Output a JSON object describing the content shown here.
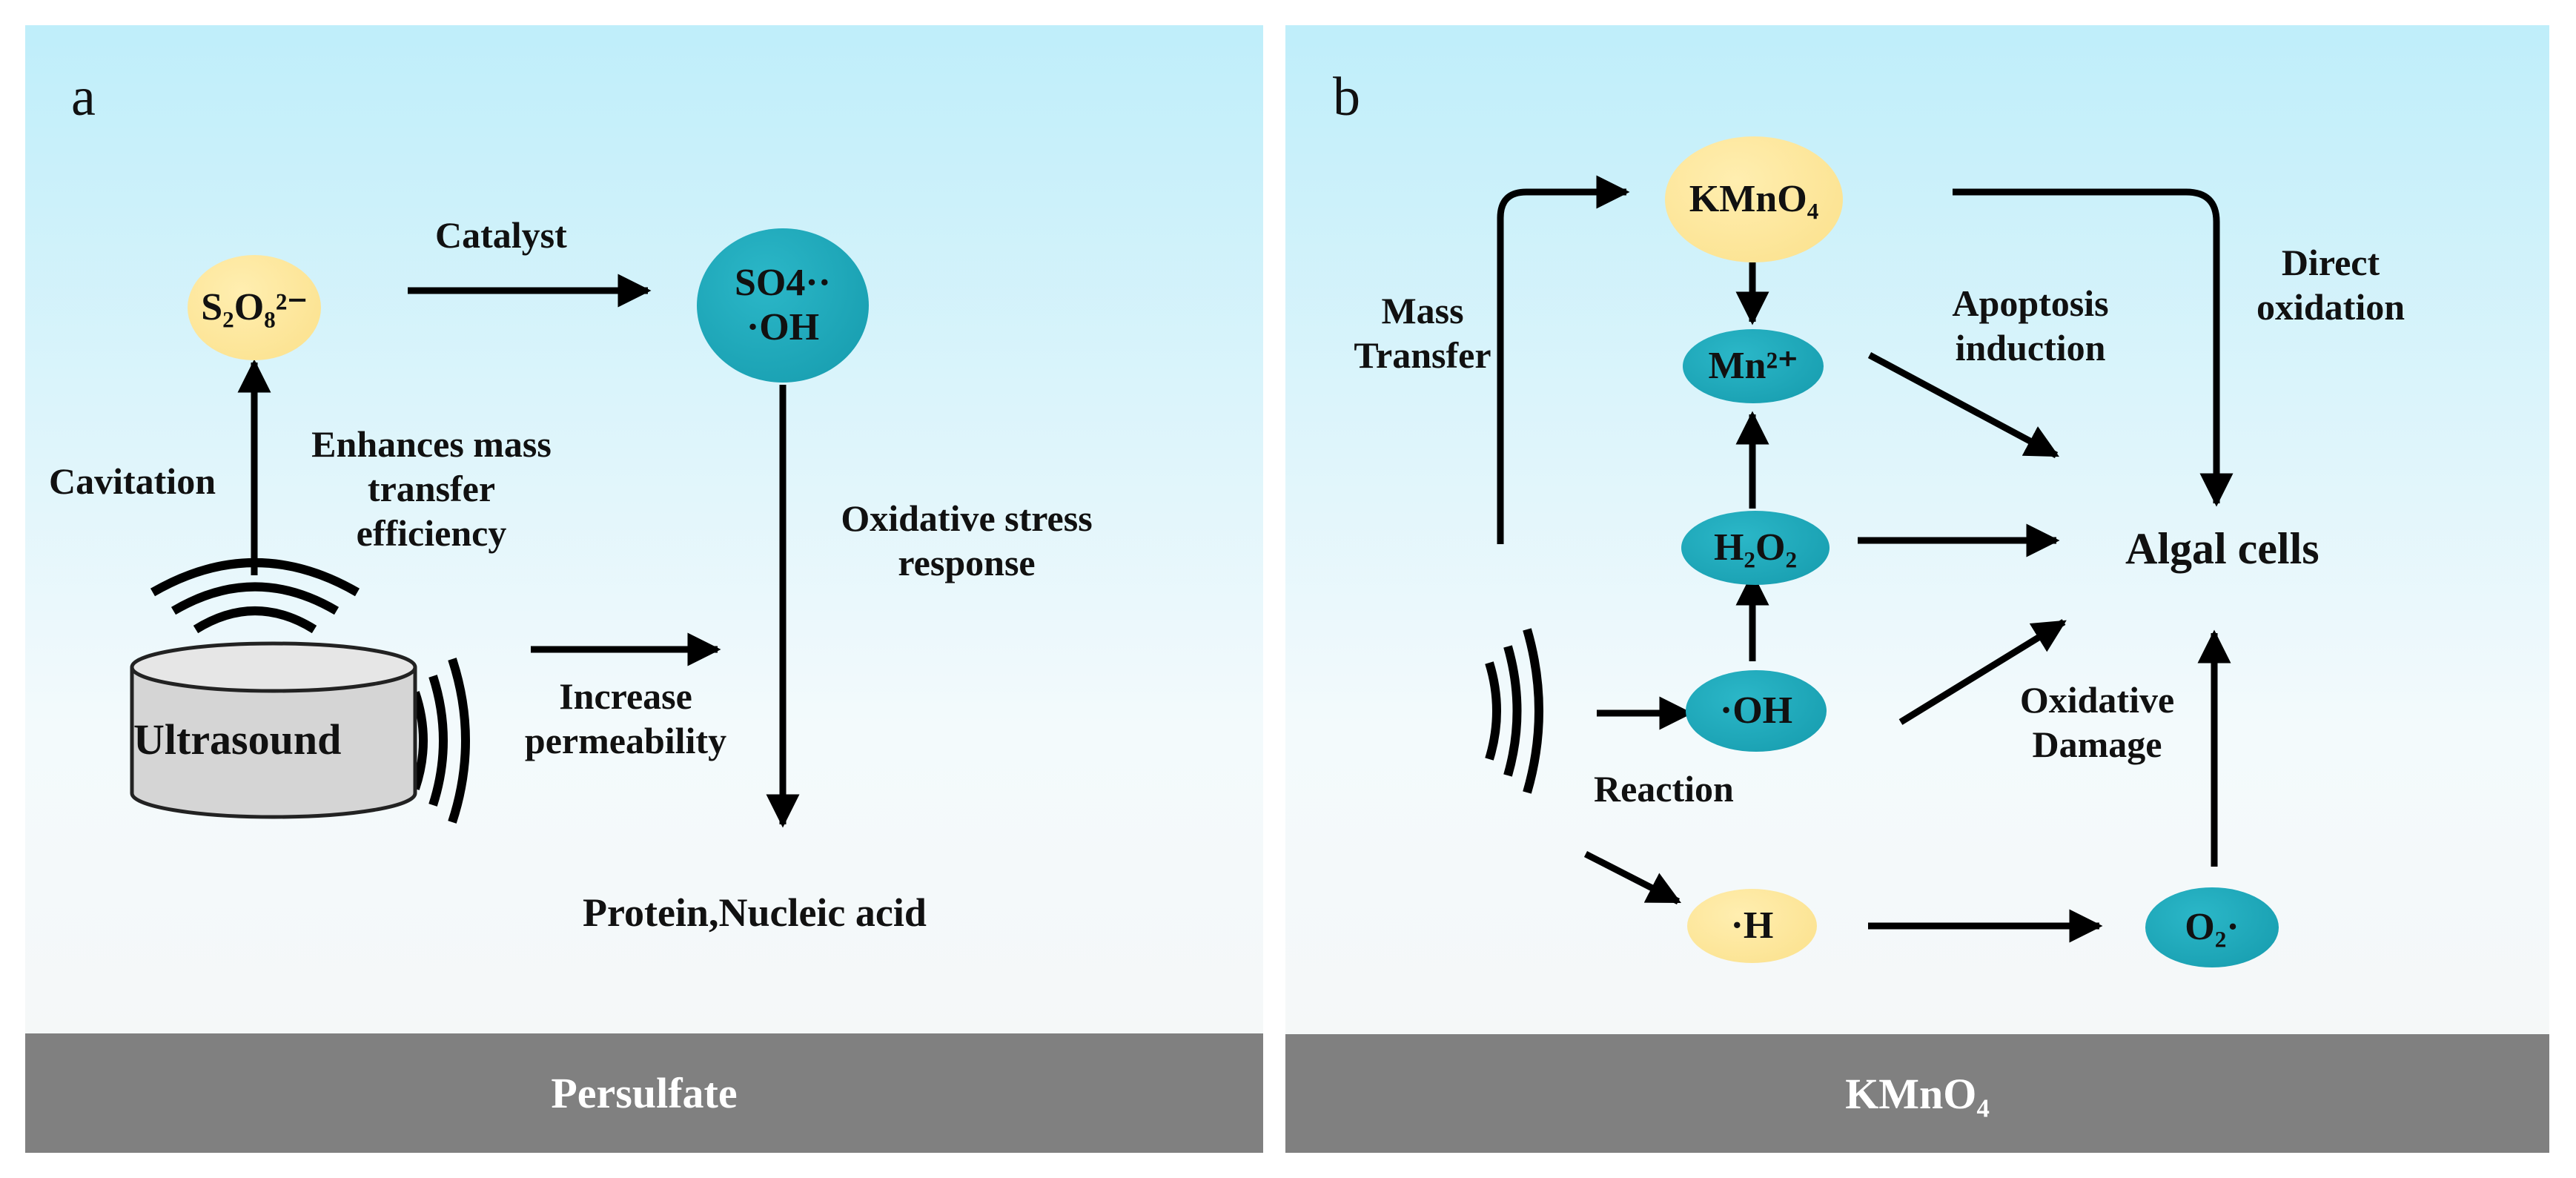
{
  "panel_a": {
    "letter": "a",
    "footer": "Persulfate",
    "nodes": {
      "persulfate": "S₂O₈²⁻",
      "radicals_line1": "SO4··",
      "radicals_line2": "·OH"
    },
    "device_label": "Ultrasound",
    "labels": {
      "catalyst": "Catalyst",
      "cavitation": "Cavitation",
      "mass_transfer_1": "Enhances mass",
      "mass_transfer_2": "transfer",
      "mass_transfer_3": "efficiency",
      "oxidative_1": "Oxidative stress",
      "oxidative_2": "response",
      "permeability_1": "Increase",
      "permeability_2": "permeability",
      "target": "Protein,Nucleic acid"
    }
  },
  "panel_b": {
    "letter": "b",
    "footer": "KMnO₄",
    "nodes": {
      "kmno4": "KMnO₄",
      "mn": "Mn²⁺",
      "h2o2": "H₂O₂",
      "oh": "·OH",
      "h": "·H",
      "o2": "O₂·"
    },
    "labels": {
      "mass_1": "Mass",
      "mass_2": "Transfer",
      "apoptosis_1": "Apoptosis",
      "apoptosis_2": "induction",
      "direct_1": "Direct",
      "direct_2": "oxidation",
      "algal": "Algal cells",
      "damage_1": "Oxidative",
      "damage_2": "Damage",
      "reaction": "Reaction"
    }
  },
  "colors": {
    "yellow_node": "#fbe08a",
    "teal_node": "#159aac",
    "footer": "#808080",
    "sky_top": "#bfeefa"
  }
}
